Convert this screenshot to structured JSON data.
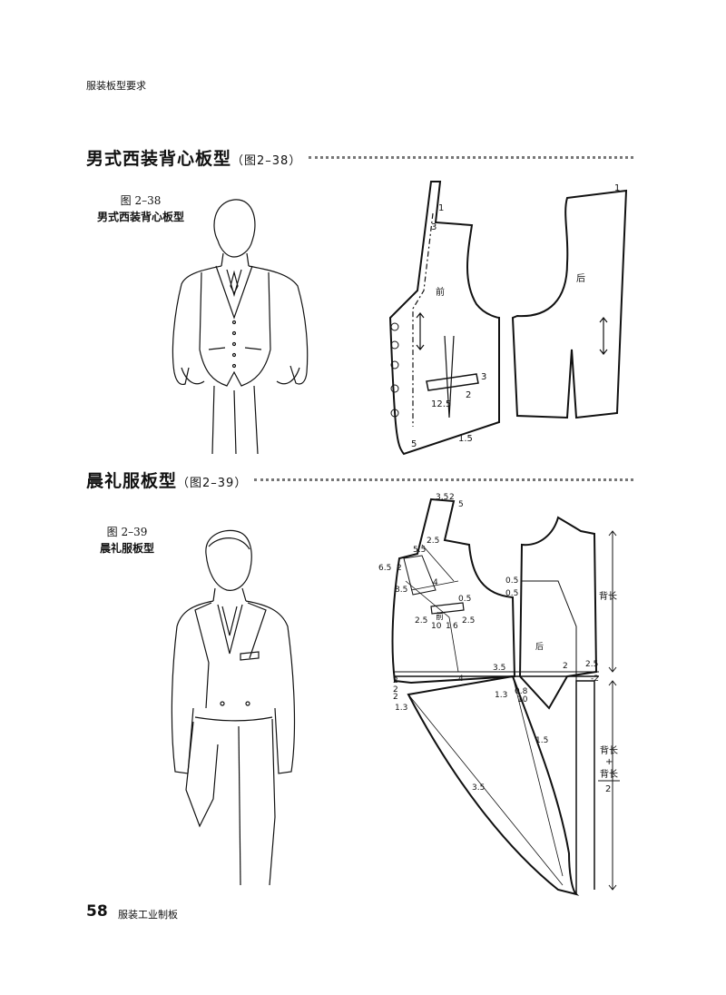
{
  "header": {
    "running_title": "服装板型要求"
  },
  "section1": {
    "title": "男式西装背心板型",
    "ref": "（图2–38）",
    "caption_fig": "图 2–38",
    "caption_name": "男式西装背心板型",
    "pattern_labels": {
      "front": "前",
      "back": "后",
      "m1": "1",
      "m3a": "3",
      "m3b": "3",
      "m2": "2",
      "m12_5": "12.5",
      "m5": "5",
      "m1_5": "1.5",
      "m1b": "1"
    }
  },
  "section2": {
    "title": "晨礼服板型",
    "ref": "（图2–39）",
    "caption_fig": "图 2–39",
    "caption_name": "晨礼服板型",
    "pattern_labels": {
      "front": "前",
      "back": "后",
      "top1": "3.5",
      "top2": "2",
      "top3": "5",
      "m5_5": "5.5",
      "m2_5a": "2.5",
      "m6_5": "6.5",
      "m2a": "2",
      "m8_5": "8.5",
      "m4": "4",
      "m0_5a": "0.5",
      "m0_5b": "0.5",
      "m0_5c": "0.5",
      "m2_5b": "2.5",
      "m10": "10",
      "m1": "1",
      "m6": "6",
      "m2_5c": "2.5",
      "m3_5": "3.5",
      "m2b": "2",
      "m2_5d": "2.5",
      "m2c": "2",
      "m1_3a": "1.3",
      "m0_8": "0.8",
      "m10b": "10",
      "m1_3b": "1.3",
      "m1_5": "1.5",
      "m3_5b": "3.5",
      "m2d": "2",
      "m2e": "2",
      "m4b": "4",
      "m2f": "-2",
      "back_len": "背长",
      "back_len_plus": "背长",
      "plus": "+",
      "back_len_half": "背长",
      "half_div": "2"
    }
  },
  "footer": {
    "page_number": "58",
    "book_title": "服装工业制板"
  }
}
